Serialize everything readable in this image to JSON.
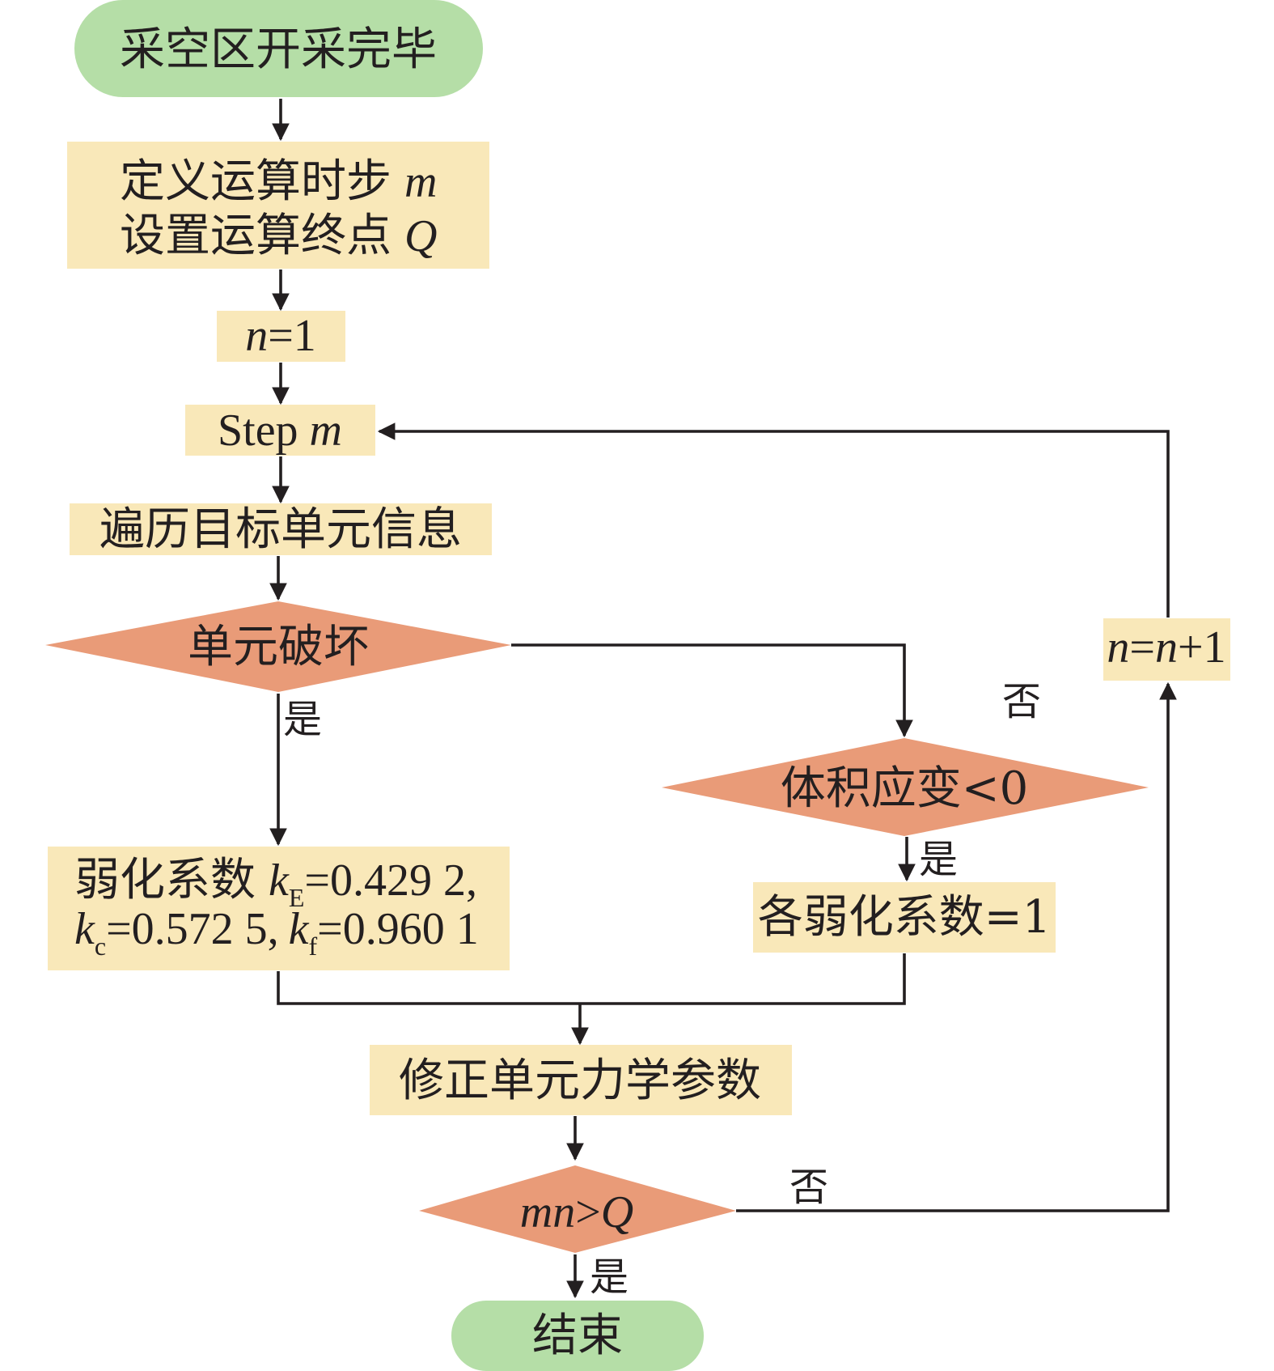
{
  "nodes": {
    "start": {
      "text": "采空区开采完毕"
    },
    "define": {
      "line1_text": "定义运算时步",
      "line1_var": "m",
      "line2_text": "设置运算终点",
      "line2_var": "Q"
    },
    "init_n": {
      "var": "n",
      "rest": "=1"
    },
    "step": {
      "text": "Step",
      "var": "m"
    },
    "traverse": {
      "text": "遍历目标单元信息"
    },
    "element_failed": {
      "text": "单元破坏"
    },
    "volumetric_strain": {
      "text": "体积应变<0"
    },
    "weaken": {
      "prefix": "弱化系数",
      "kE": {
        "var": "k",
        "sub": "E",
        "value": "=0.429 2,"
      },
      "kc": {
        "var": "k",
        "sub": "c",
        "value": "=0.572 5,"
      },
      "kf": {
        "var": "k",
        "sub": "f",
        "value": "=0.960 1"
      }
    },
    "all_one": {
      "text": "各弱化系数=1"
    },
    "modify": {
      "text": "修正单元力学参数"
    },
    "check": {
      "var": "mn",
      "rest": ">",
      "var2": "Q"
    },
    "increment": {
      "var1": "n",
      "eq": "=",
      "var2": "n",
      "rest": "+1"
    },
    "end": {
      "text": "结束"
    }
  },
  "edge_labels": {
    "failed_yes": "是",
    "failed_no": "否",
    "strain_yes": "是",
    "check_no": "否",
    "check_yes": "是"
  }
}
